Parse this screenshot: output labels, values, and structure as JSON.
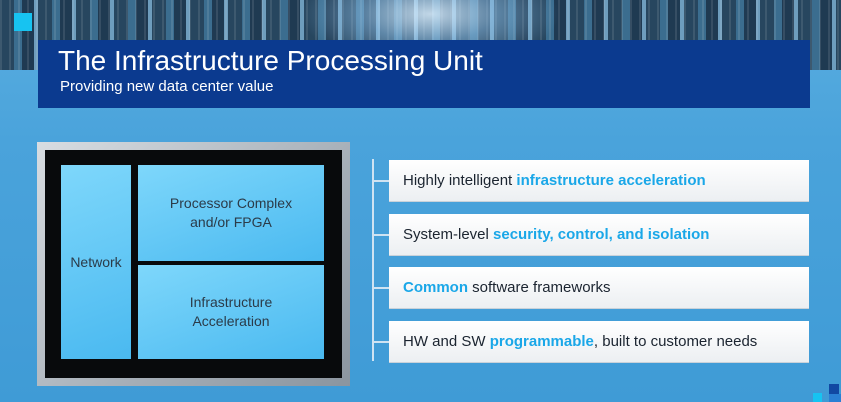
{
  "header": {
    "title": "The Infrastructure Processing Unit",
    "subtitle": "Providing new data center value"
  },
  "diagram": {
    "network_label": "Network",
    "processor_label_line1": "Processor Complex",
    "processor_label_line2": "and/or FPGA",
    "infra_label_line1": "Infrastructure",
    "infra_label_line2": "Acceleration"
  },
  "features": [
    {
      "pre": "Highly intelligent ",
      "highlight": "infrastructure acceleration",
      "post": ""
    },
    {
      "pre": "System-level ",
      "highlight": "security, control, and isolation",
      "post": ""
    },
    {
      "pre": "",
      "highlight": "Common",
      "post": " software frameworks"
    },
    {
      "pre": "HW and SW ",
      "highlight": "programmable",
      "post": ", built to customer needs"
    }
  ],
  "colors": {
    "accent_cyan": "#17c3f1",
    "title_bar_blue": "#0b3a8f",
    "highlight_text": "#1aa7e8",
    "background_blue": "#4aa3db"
  }
}
